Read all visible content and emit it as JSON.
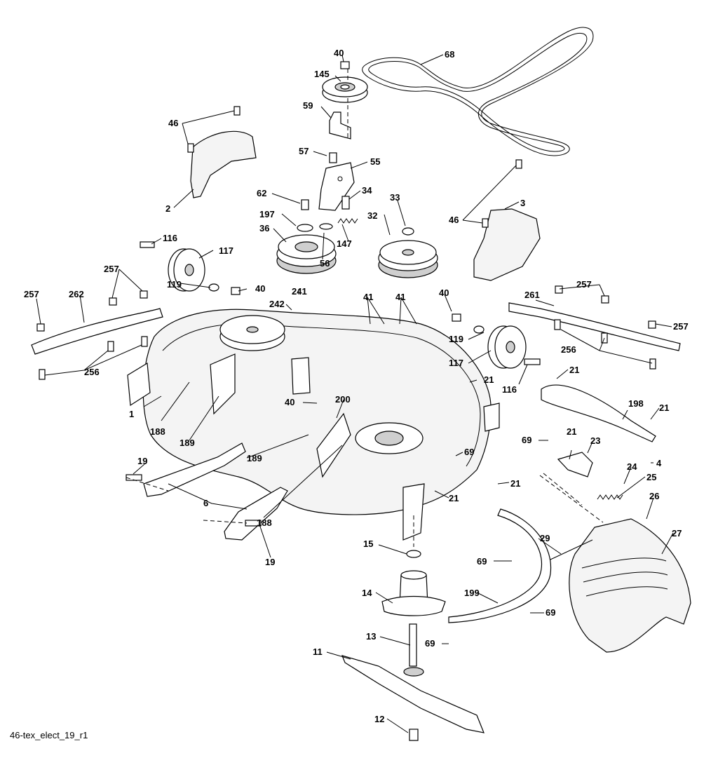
{
  "caption": "46-tex_elect_19_r1",
  "labels": {
    "p1": "1",
    "p2": "2",
    "p3": "3",
    "p4": "4",
    "p6": "6",
    "p11": "11",
    "p12": "12",
    "p13": "13",
    "p14": "14",
    "p15": "15",
    "p19a": "19",
    "p19b": "19",
    "p21a": "21",
    "p21b": "21",
    "p21c": "21",
    "p21d": "21",
    "p21e": "21",
    "p21f": "21",
    "p23": "23",
    "p24": "24",
    "p25": "25",
    "p26": "26",
    "p27": "27",
    "p29": "29",
    "p32": "32",
    "p33": "33",
    "p34": "34",
    "p36": "36",
    "p40a": "40",
    "p40b": "40",
    "p40c": "40",
    "p40d": "40",
    "p41a": "41",
    "p41b": "41",
    "p46a": "46",
    "p46b": "46",
    "p55": "55",
    "p56": "56",
    "p57": "57",
    "p59": "59",
    "p62": "62",
    "p68": "68",
    "p69a": "69",
    "p69b": "69",
    "p69c": "69",
    "p69d": "69",
    "p69e": "69",
    "p116a": "116",
    "p116b": "116",
    "p117a": "117",
    "p117b": "117",
    "p119a": "119",
    "p119b": "119",
    "p145": "145",
    "p147": "147",
    "p188a": "188",
    "p188b": "188",
    "p189a": "189",
    "p189b": "189",
    "p197": "197",
    "p198": "198",
    "p199": "199",
    "p200": "200",
    "p241": "241",
    "p242": "242",
    "p256a": "256",
    "p256b": "256",
    "p257a": "257",
    "p257b": "257",
    "p257c": "257",
    "p257d": "257",
    "p261": "261",
    "p262": "262"
  }
}
